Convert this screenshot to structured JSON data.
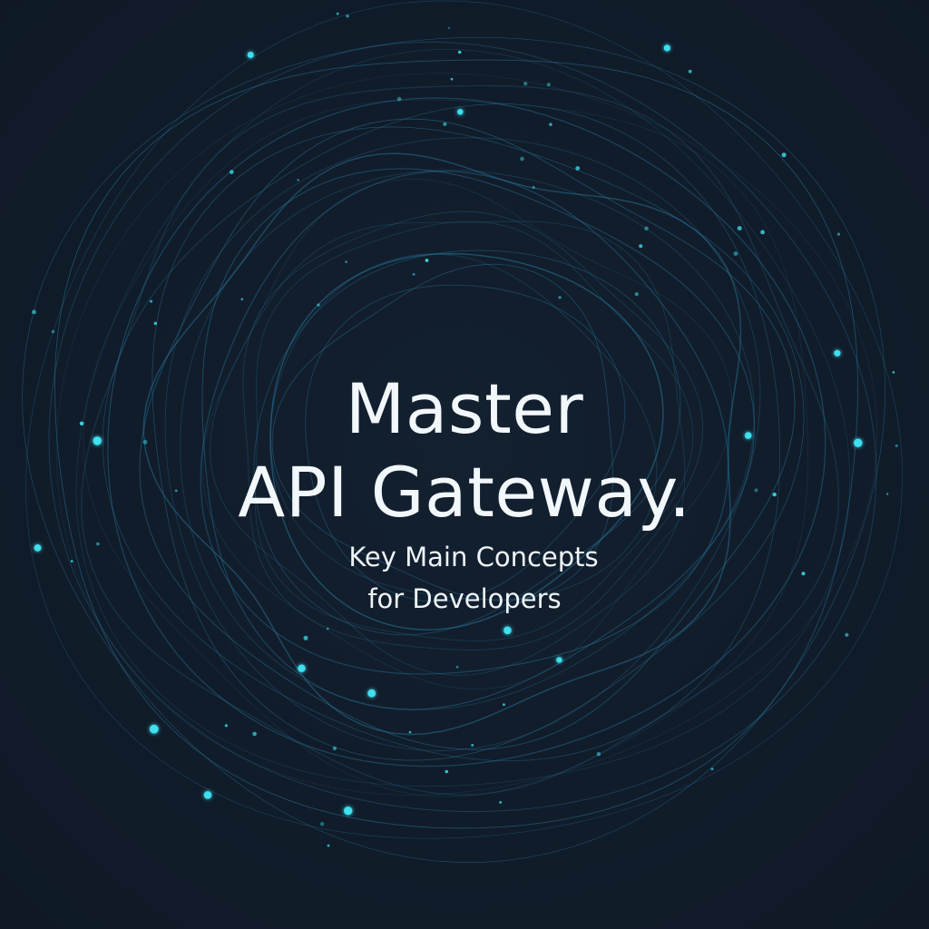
{
  "background_color": "#111c2a",
  "accent_color": "#3fe3f2",
  "line_color": "#2a7da3",
  "decoration": "circular-network-of-lines-and-glowing-nodes",
  "title": {
    "line1": "Master",
    "line2": "API Gateway."
  },
  "subtitle": {
    "line1": "Key Main Concepts",
    "line2": "for Developers"
  }
}
